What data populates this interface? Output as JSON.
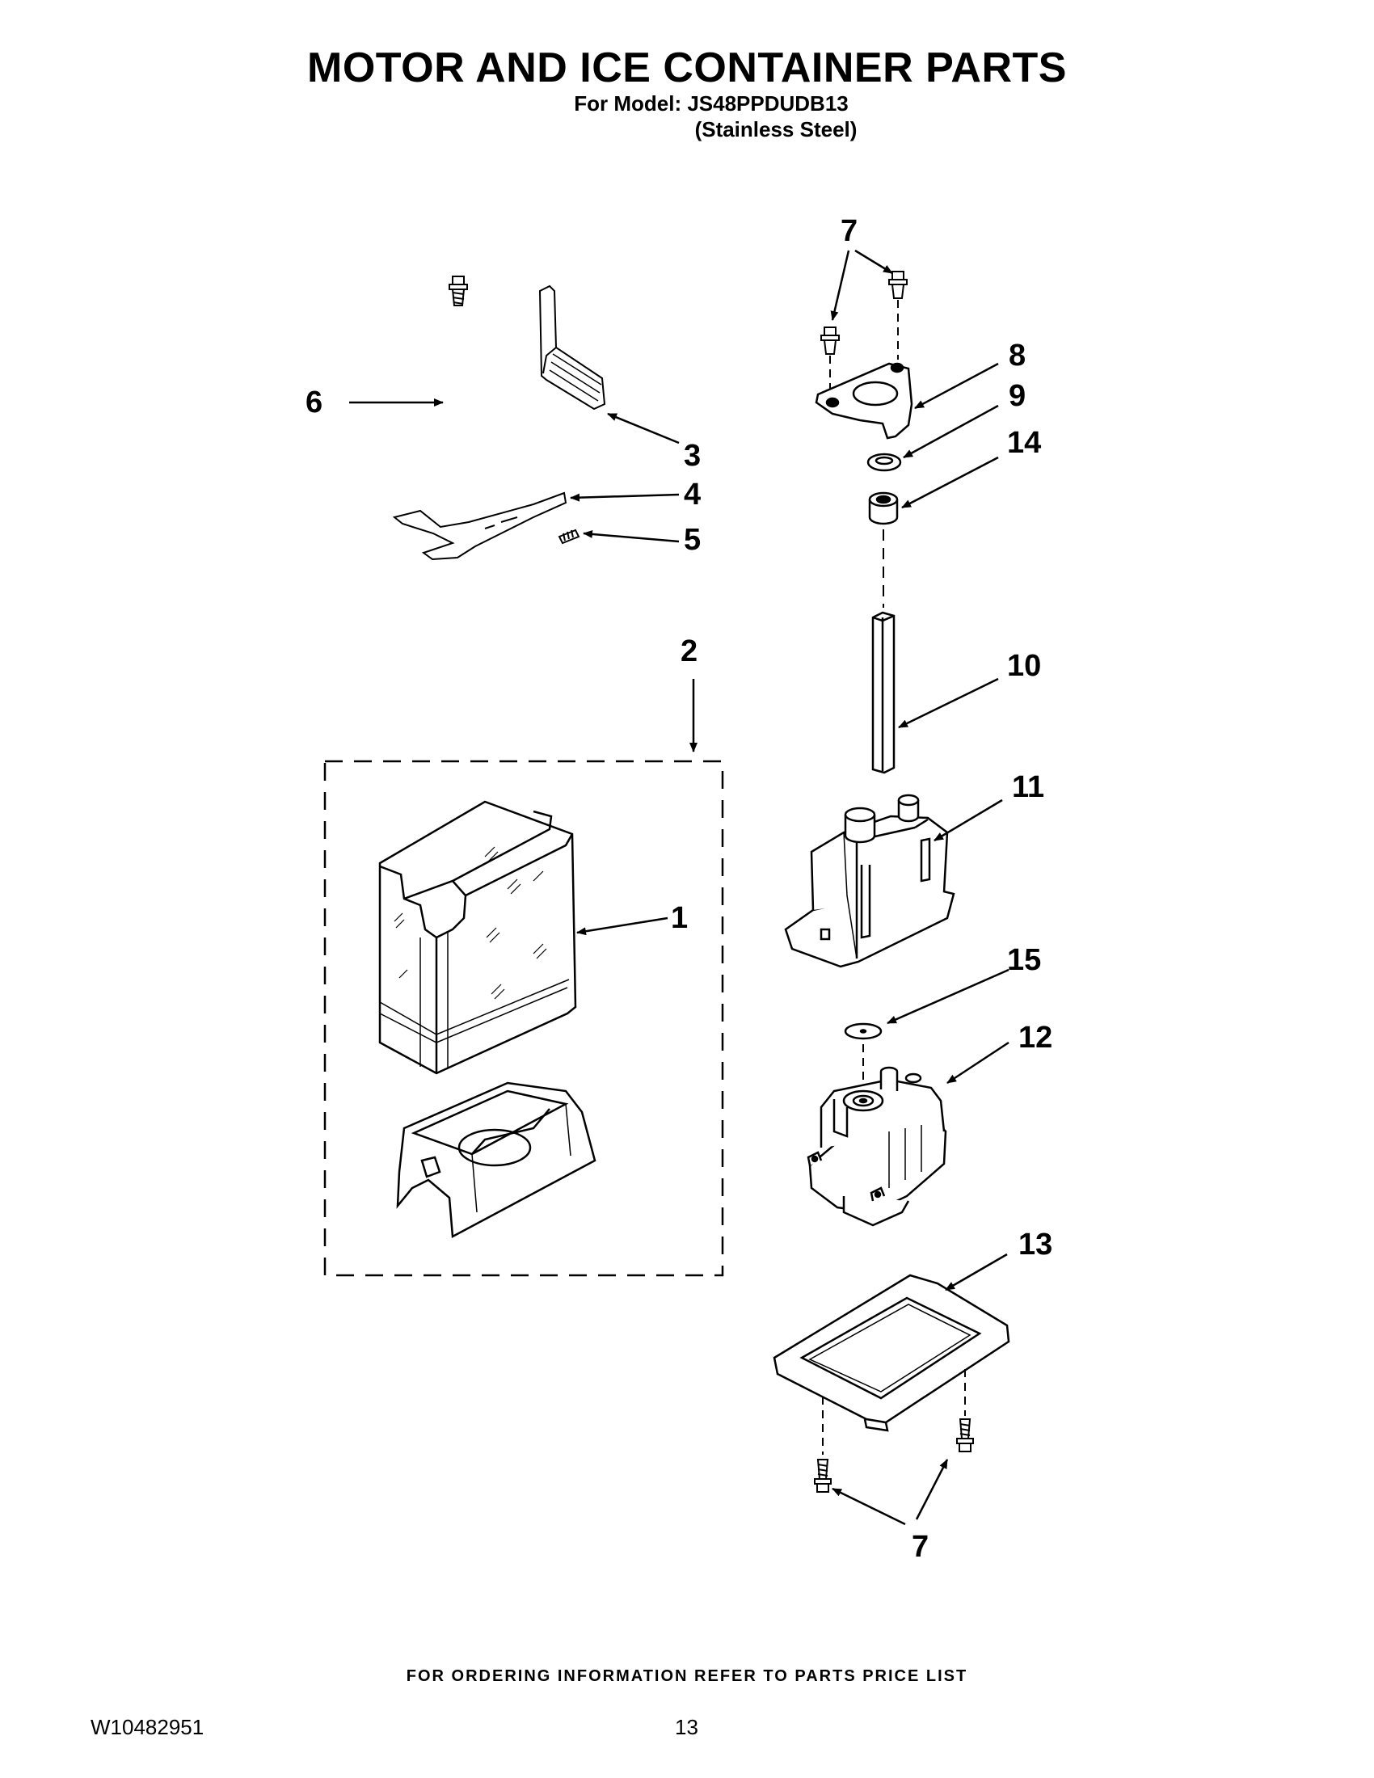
{
  "header": {
    "title": "MOTOR AND ICE CONTAINER PARTS",
    "model_line": "For Model: JS48PPDUDB13",
    "finish_line": "(Stainless Steel)"
  },
  "callouts": {
    "c1": "1",
    "c2": "2",
    "c3": "3",
    "c4": "4",
    "c5": "5",
    "c6": "6",
    "c7_top": "7",
    "c7_bottom": "7",
    "c8": "8",
    "c9": "9",
    "c10": "10",
    "c11": "11",
    "c12": "12",
    "c13": "13",
    "c14": "14",
    "c15": "15"
  },
  "footer": {
    "ordering_note": "FOR ORDERING INFORMATION REFER TO PARTS PRICE LIST",
    "document_number": "W10482951",
    "page_number": "13"
  }
}
